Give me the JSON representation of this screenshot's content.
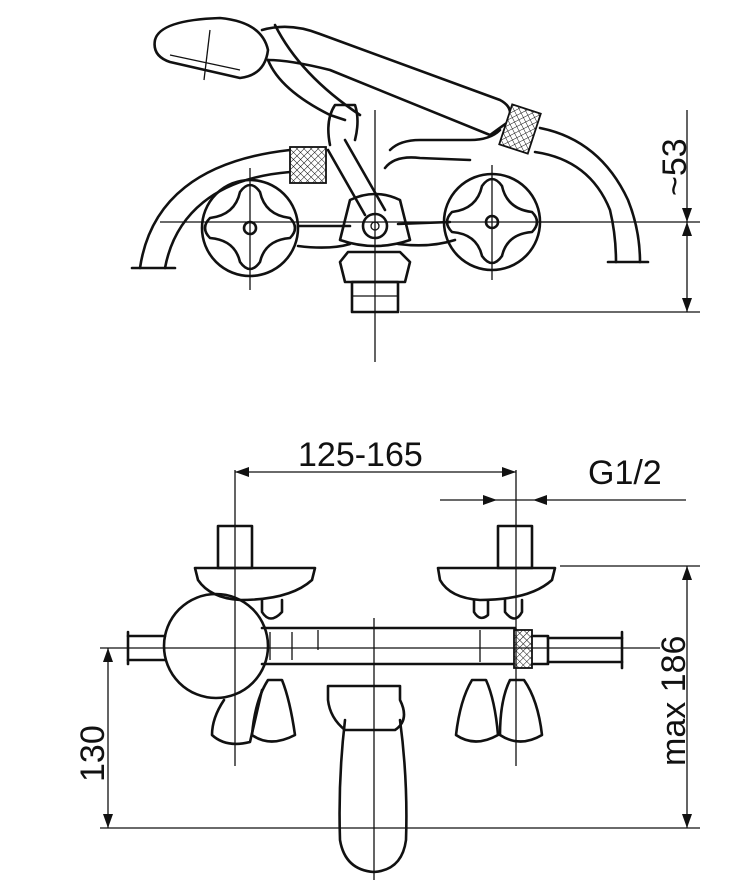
{
  "drawing": {
    "top_view": {
      "dim_handshower_height": "~53"
    },
    "front_view": {
      "dim_center_distance": "125-165",
      "dim_thread": "G1/2",
      "dim_max_height": "max 186",
      "dim_inlet_height": "130"
    }
  }
}
